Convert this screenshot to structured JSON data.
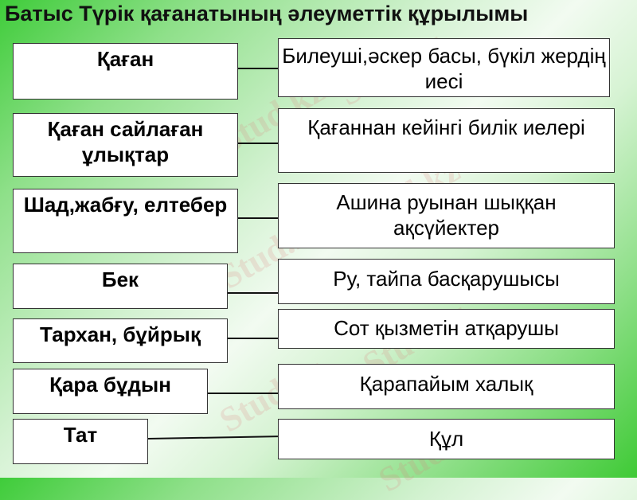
{
  "title": "Батыс Түрік қағанатының әлеуметтік құрылымы",
  "rows": [
    {
      "left": "Қаған",
      "right": "Билеуші,әскер басы, бүкіл жердің иесі"
    },
    {
      "left": "Қаған сайлаған ұлықтар",
      "right": "Қағаннан кейінгі билік иелері"
    },
    {
      "left": "Шад,жабғу, елтебер",
      "right": "Ашина руынан шыққан ақсүйектер"
    },
    {
      "left": "Бек",
      "right": "Ру, тайпа басқарушысы"
    },
    {
      "left": "Тархан, бұйрық",
      "right": "Сот қызметін атқарушы"
    },
    {
      "left": "Қара бұдын",
      "right": "Қарапайым халық"
    },
    {
      "left": "Тат",
      "right": "Құл"
    }
  ],
  "watermark": "Stud.kz"
}
